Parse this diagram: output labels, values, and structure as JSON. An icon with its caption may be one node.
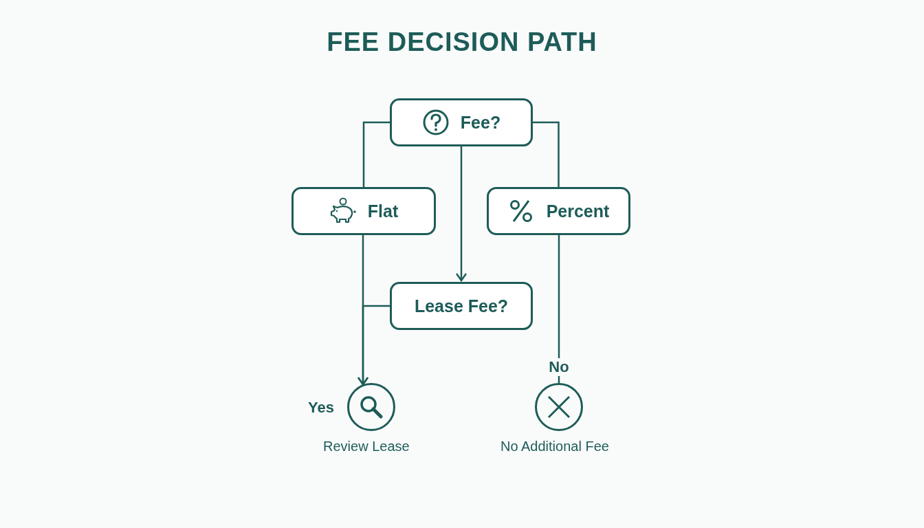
{
  "diagram": {
    "title": "FEE DECISION PATH",
    "nodes": [
      {
        "text": [
          "Fee?"
        ]
      },
      {
        "text": [
          "Flat"
        ]
      },
      {
        "text": [
          "Percent"
        ]
      },
      {
        "text": [
          "Lease Fee?"
        ]
      },
      {
        "text": [],
        "shape": "circle",
        "beside": [
          "Yes",
          "Review Lease"
        ]
      },
      {
        "text": [],
        "shape": "circle",
        "beside": [
          "No Additional Fee"
        ]
      }
    ],
    "edges": [
      {
        "from": 0,
        "to": 1,
        "arrow": "none"
      },
      {
        "from": 0,
        "to": 2,
        "arrow": "none"
      },
      {
        "from": 0,
        "to": 3,
        "arrow": "to"
      },
      {
        "from": 1,
        "to": 4,
        "arrow": "to"
      },
      {
        "from": 3,
        "to": 4,
        "arrow": "to"
      },
      {
        "from": 2,
        "to": 5,
        "arrow": "none",
        "label": "No"
      }
    ]
  }
}
